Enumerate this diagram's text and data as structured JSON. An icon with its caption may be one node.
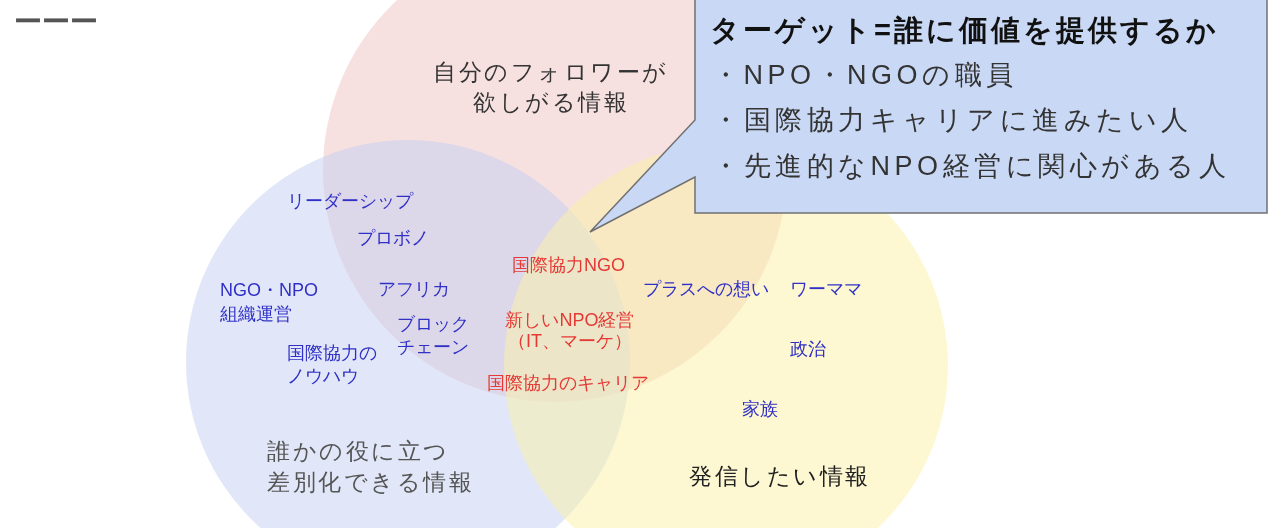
{
  "diagram": {
    "title": "ーーー",
    "nodes": [
      {
        "text": [
          "自分のフォロワーが欲しがる情報"
        ]
      },
      {
        "text": [
          "誰かの役に立つ差別化できる情報"
        ]
      },
      {
        "text": [
          "発信したい情報"
        ]
      },
      {
        "text": [
          "ターゲット=誰に価値を提供するか",
          "・NPO・NGOの職員",
          "・国際協力キャリアに進みたい人",
          "・先進的なNPO経営に関心がある人"
        ]
      }
    ],
    "labels": [
      "リーダーシップ",
      "プロボノ",
      "国際協力NGO",
      "NGO・NPO組織運営",
      "アフリカ",
      "プラスへの想い",
      "ワーママ",
      "新しいNPO経営（IT、マーケ）",
      "ブロックチェーン",
      "政治",
      "国際協力のノウハウ",
      "国際協力のキャリア",
      "家族"
    ]
  }
}
